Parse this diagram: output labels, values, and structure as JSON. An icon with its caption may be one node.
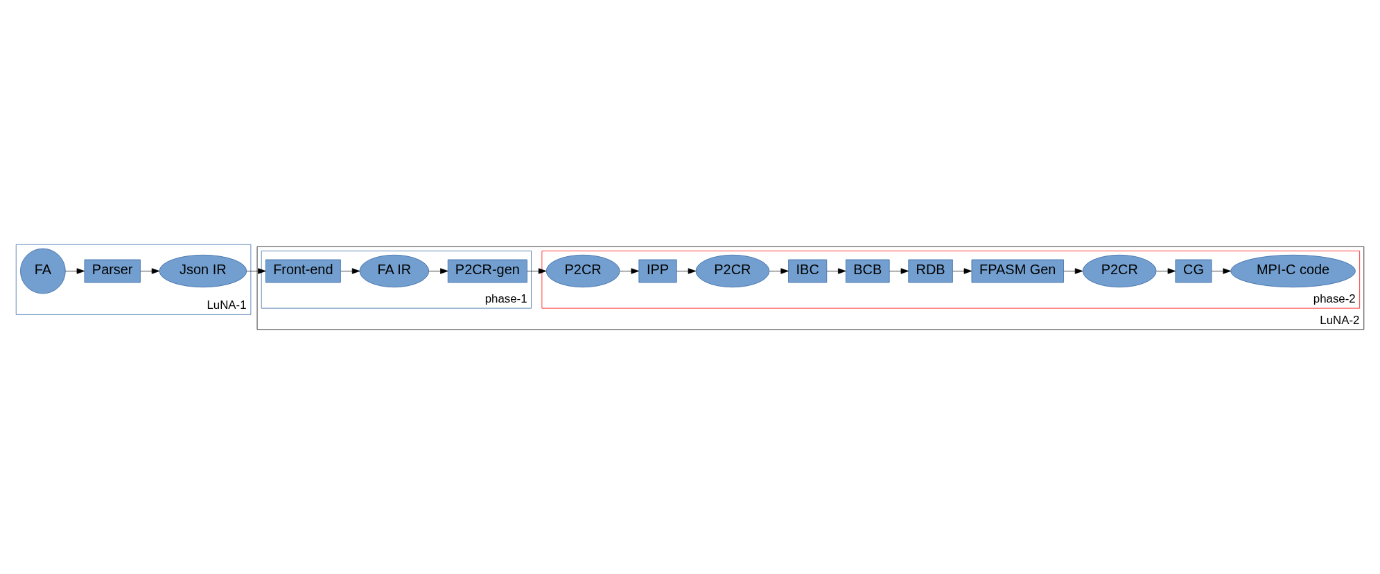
{
  "diagram": {
    "nodes": [
      {
        "text": [
          "LuNA-1"
        ]
      },
      {
        "text": [
          "FA"
        ],
        "in": 0
      },
      {
        "text": [
          "Parser"
        ],
        "in": 0
      },
      {
        "text": [
          "Json IR"
        ],
        "in": 0
      },
      {
        "text": [
          "LuNA-2"
        ]
      },
      {
        "text": [
          "phase-1"
        ],
        "in": 4
      },
      {
        "text": [
          "Front-end"
        ],
        "in": 5
      },
      {
        "text": [
          "FA IR"
        ],
        "in": 5
      },
      {
        "text": [
          "P2CR-gen"
        ],
        "in": 5
      },
      {
        "text": [
          "phase-2"
        ],
        "in": 4
      },
      {
        "text": [
          "P2CR"
        ],
        "in": 9
      },
      {
        "text": [
          "IPP"
        ],
        "in": 9
      },
      {
        "text": [
          "P2CR"
        ],
        "in": 9
      },
      {
        "text": [
          "IBC"
        ],
        "in": 9
      },
      {
        "text": [
          "BCB"
        ],
        "in": 9
      },
      {
        "text": [
          "RDB"
        ],
        "in": 9
      },
      {
        "text": [
          "FPASM Gen"
        ],
        "in": 9
      },
      {
        "text": [
          "P2CR"
        ],
        "in": 9
      },
      {
        "text": [
          "CG"
        ],
        "in": 9
      },
      {
        "text": [
          "MPI-C code"
        ],
        "in": 9
      }
    ],
    "edges": [
      {
        "from": 1,
        "to": 2,
        "arrow": "to"
      },
      {
        "from": 2,
        "to": 3,
        "arrow": "to"
      },
      {
        "from": 3,
        "to": 6,
        "arrow": "to"
      },
      {
        "from": 6,
        "to": 7,
        "arrow": "to"
      },
      {
        "from": 7,
        "to": 8,
        "arrow": "to"
      },
      {
        "from": 8,
        "to": 10,
        "arrow": "to"
      },
      {
        "from": 10,
        "to": 11,
        "arrow": "to"
      },
      {
        "from": 11,
        "to": 12,
        "arrow": "to"
      },
      {
        "from": 12,
        "to": 13,
        "arrow": "to"
      },
      {
        "from": 13,
        "to": 14,
        "arrow": "to"
      },
      {
        "from": 14,
        "to": 15,
        "arrow": "to"
      },
      {
        "from": 15,
        "to": 16,
        "arrow": "to"
      },
      {
        "from": 16,
        "to": 17,
        "arrow": "to"
      },
      {
        "from": 17,
        "to": 18,
        "arrow": "to"
      },
      {
        "from": 18,
        "to": 19,
        "arrow": "to"
      }
    ]
  }
}
